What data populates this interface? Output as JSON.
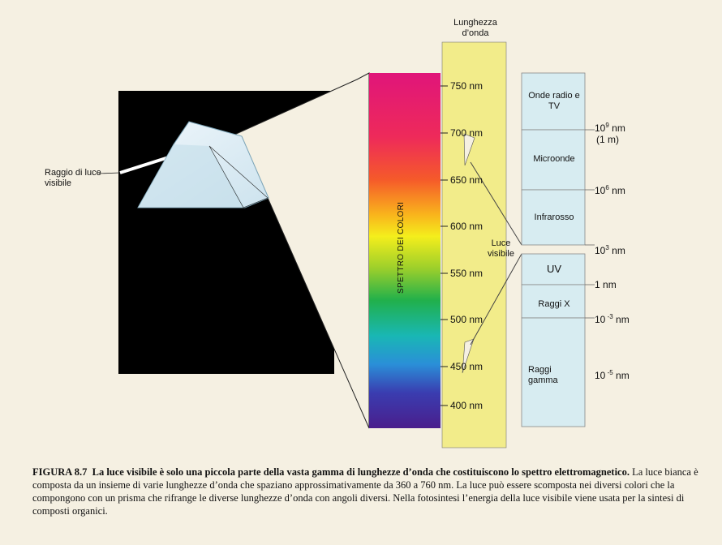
{
  "figure": {
    "wavelength_header": "Lunghezza d’onda",
    "ray_label": "Raggio di luce visibile",
    "spectrum_label": "SPETTRO DEI COLORI",
    "visible_label": "Luce visibile",
    "nm_ticks": [
      "750 nm",
      "700 nm",
      "650 nm",
      "600 nm",
      "550 nm",
      "500 nm",
      "450 nm",
      "400 nm"
    ],
    "bands": [
      {
        "label": "Onde radio e TV"
      },
      {
        "label": "Microonde"
      },
      {
        "label": "Infrarosso"
      },
      {
        "label": "UV"
      },
      {
        "label": "Raggi X"
      },
      {
        "label": "Raggi gamma"
      }
    ],
    "scale_marks": [
      {
        "main": "10",
        "exp": "9",
        "unit": " nm",
        "note": "(1 m)"
      },
      {
        "main": "10",
        "exp": "6",
        "unit": " nm",
        "note": ""
      },
      {
        "main": "10",
        "exp": "3",
        "unit": " nm",
        "note": ""
      },
      {
        "main": "1",
        "exp": "",
        "unit": " nm",
        "note": ""
      },
      {
        "main": "10",
        "exp": " -3",
        "unit": " nm",
        "note": ""
      },
      {
        "main": "10",
        "exp": " -5",
        "unit": " nm",
        "note": ""
      }
    ]
  },
  "caption": {
    "number": "FIGURA 8.7",
    "title": "La luce visibile è solo una piccola parte della vasta gamma di lunghezze d’onda che costituiscono lo spettro elettromagnetico.",
    "body": "La luce bianca è composta da un insieme di varie lunghezze d’onda che spaziano approssimativamente da 360 a 760 nm. La luce può essere scomposta nei diversi colori che la compongono con un prisma che rifrange le diverse lunghezze d’onda con angoli diversi. Nella fotosintesi l’energia della luce visibile viene usata per la sintesi di composti organici."
  },
  "colors": {
    "background": "#f5f0e2",
    "black_panel": "#000000",
    "yellow_column": "#f2ec8a",
    "band_fill": "#d7ecf1"
  }
}
